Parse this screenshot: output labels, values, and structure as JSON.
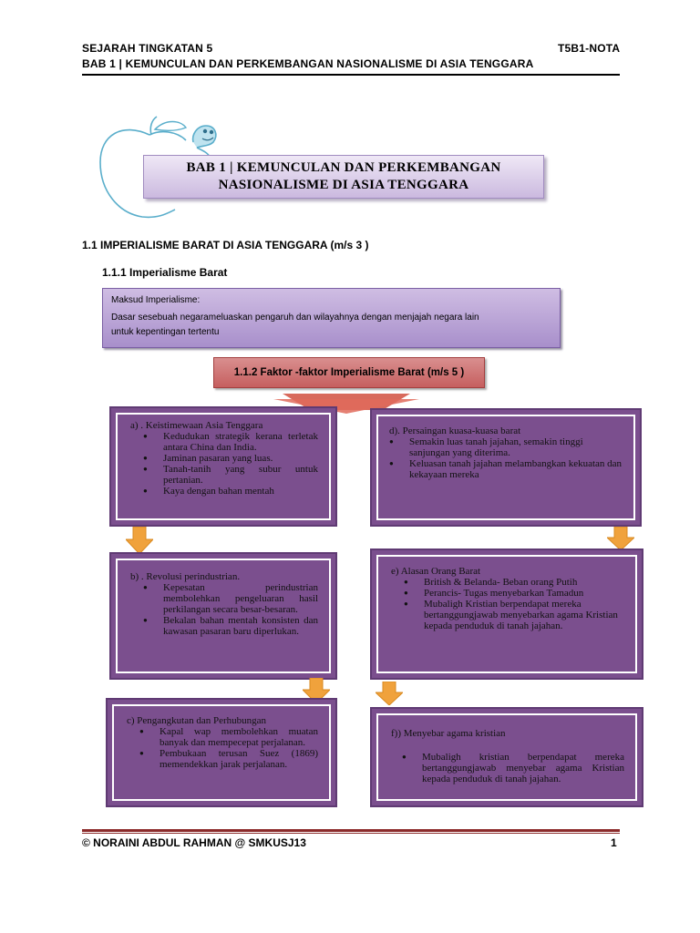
{
  "header": {
    "left_line1": "SEJARAH TINGKATAN 5",
    "left_line2": "BAB 1 | KEMUNCULAN DAN PERKEMBANGAN NASIONALISME DI ASIA TENGGARA",
    "right": "T5B1-NOTA"
  },
  "title": {
    "line1": "BAB 1 |  KEMUNCULAN DAN PERKEMBANGAN",
    "line2": "NASIONALISME DI ASIA TENGGARA"
  },
  "section": {
    "heading": "1.1 IMPERIALISME BARAT DI ASIA TENGGARA (m/s 3 )",
    "subheading": "1.1.1  Imperialisme Barat"
  },
  "maksud": {
    "label": "Maksud Imperialisme:",
    "line1": "Dasar sesebuah negarameluaskan pengaruh dan wilayahnya dengan menjajah negara lain",
    "line2": "untuk kepentingan tertentu"
  },
  "faktor": {
    "label": "1.1.2 Faktor -faktor Imperialisme Barat (m/s 5 )"
  },
  "boxes": {
    "a": {
      "title": "a) . Keistimewaan Asia Tenggara",
      "items": [
        "Kedudukan strategik kerana terletak antara China dan India.",
        "Jaminan pasaran yang luas.",
        "Tanah-tanih yang subur untuk pertanian.",
        "Kaya dengan bahan mentah"
      ]
    },
    "b": {
      "title": "b)   . Revolusi perindustrian.",
      "items": [
        "Kepesatan perindustrian membolehkan pengeluaran hasil perkilangan secara besar-besaran.",
        "Bekalan bahan mentah konsisten dan kawasan pasaran baru diperlukan."
      ]
    },
    "c": {
      "title": "c)   Pengangkutan dan Perhubungan",
      "items": [
        "Kapal wap membolehkan muatan banyak dan mempecepat perjalanan.",
        "Pembukaan terusan Suez (1869) memendekkan jarak perjalanan."
      ]
    },
    "d": {
      "title": "d). Persaingan kuasa-kuasa barat",
      "items": [
        "Semakin luas tanah jajahan, semakin tinggi sanjungan yang diterima.",
        "Keluasan tanah jajahan melambangkan kekuatan dan kekayaan  mereka"
      ]
    },
    "e": {
      "title": "e)    Alasan Orang Barat",
      "items": [
        "British & Belanda- Beban orang Putih",
        "Perancis- Tugas menyebarkan Tamadun",
        "Mubaligh Kristian berpendapat mereka bertanggungjawab menyebarkan agama Kristian kepada penduduk di tanah jajahan."
      ]
    },
    "f": {
      "title": "f))  Menyebar agama kristian",
      "items": [
        "Mubaligh kristian berpendapat mereka bertanggungjawab menyebar agama Kristian kepada penduduk di tanah jajahan."
      ]
    }
  },
  "footer": {
    "left": "© NORAINI ABDUL RAHMAN @ SMKUSJ13",
    "page": "1"
  },
  "colors": {
    "box_fill": "#7b4f8e",
    "title_banner": "#cbb9df",
    "faktor_banner": "#c65f5f",
    "arrow": "#f0a23c",
    "footer_rule": "#8b2a2a"
  }
}
